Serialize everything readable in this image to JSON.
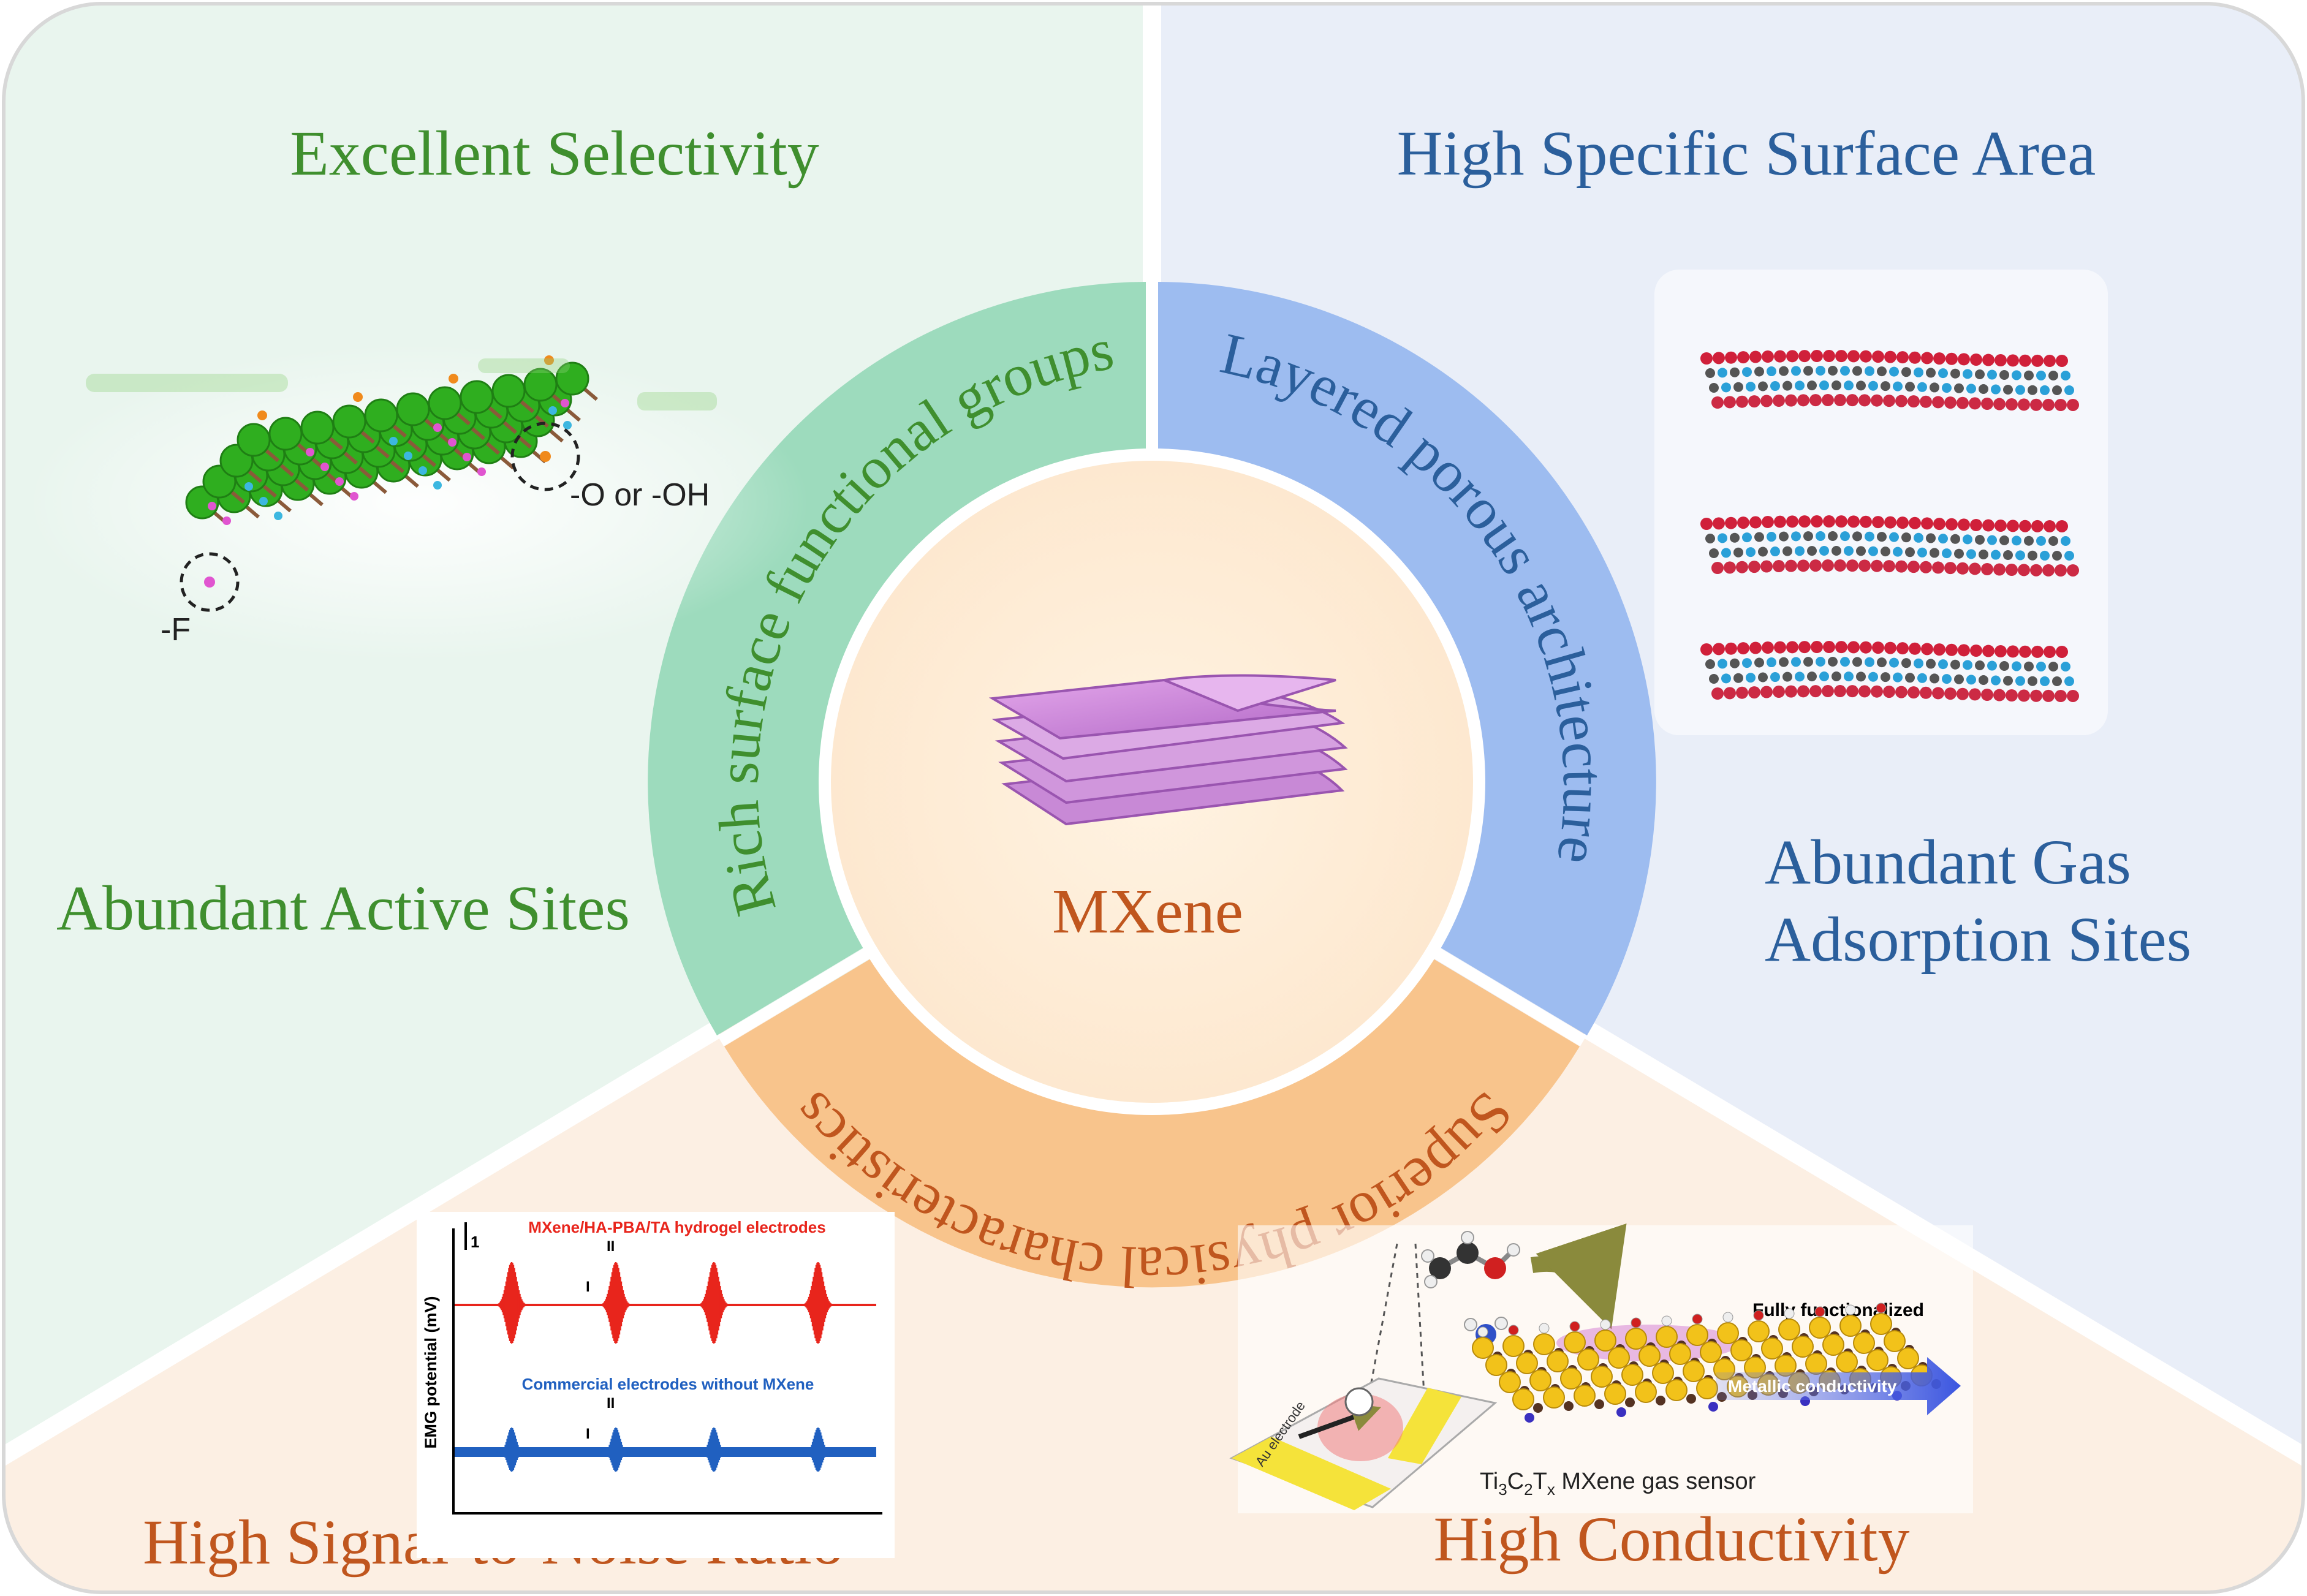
{
  "center": {
    "label": "MXene",
    "color": "#c0561e"
  },
  "ring": {
    "left": {
      "label": "Rich surface functional groups",
      "text_color": "#3f8f2e",
      "fill": "#9ddbbd"
    },
    "right": {
      "label": "Layered porous architecture",
      "text_color": "#2b5f9c",
      "fill": "#9dbcf0"
    },
    "bottom": {
      "label": "Superior physical characteristics",
      "text_color": "#c0561e",
      "fill": "#f8c48c"
    }
  },
  "quadrants": {
    "top_left": {
      "title": "Excellent Selectivity",
      "subtitle": "Abundant Active Sites",
      "color": "#3f8f2e",
      "bg": "#e9f5ee"
    },
    "top_right": {
      "title": "High Specific Surface Area",
      "subtitle_line1": "Abundant Gas",
      "subtitle_line2": "Adsorption Sites",
      "color": "#2b5f9c",
      "bg": "#e9eef8"
    },
    "bottom_left": {
      "title": "High Signal-to-Noise Ratio",
      "color": "#c0561e"
    },
    "bottom_right": {
      "title": "High Conductivity",
      "color": "#c0561e"
    },
    "bottom_bg": "#fcefe3"
  },
  "left_figure": {
    "label_oh": "-O or -OH",
    "label_f": "-F"
  },
  "emg_figure": {
    "ylabel": "EMG potential (mV)",
    "scale_label": "1",
    "series_top": "MXene/HA-PBA/TA hydrogel electrodes",
    "series_bottom": "Commercial electrodes without MXene",
    "marker_1": "I",
    "marker_2": "II",
    "top_color": "#e8251c",
    "bottom_color": "#2060c0"
  },
  "sensor_figure": {
    "label_functionalized": "Fully functionalized",
    "label_metallic": "Metallic conductivity",
    "label_electrode": "Au electrode",
    "caption_prefix": "Ti",
    "caption_s1": "3",
    "caption_c": "C",
    "caption_s2": "2",
    "caption_t": "T",
    "caption_sx": "x",
    "caption_suffix": " MXene gas sensor"
  }
}
